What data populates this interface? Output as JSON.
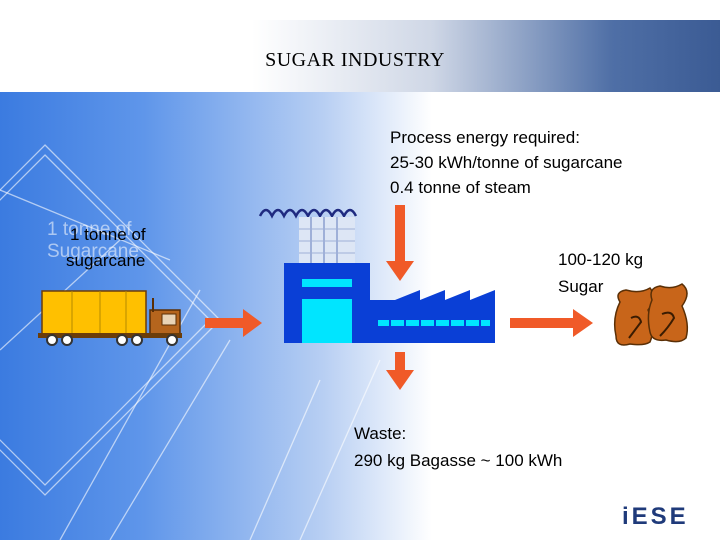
{
  "slide": {
    "title": "SUGAR INDUSTRY",
    "process_energy": [
      "Process energy required:",
      "25-30 kWh/tonne of sugarcane",
      "0.4 tonne of steam"
    ],
    "input_label": [
      "1 tonne of",
      "sugarcane"
    ],
    "input_label_ghost": [
      "1 tonne of",
      "Sugarcane"
    ],
    "output_label": [
      "100-120 kg",
      "Sugar"
    ],
    "output_label_ghost": "100-120",
    "waste": [
      "Waste:",
      "290 kg Bagasse ~ 100 kWh"
    ],
    "logo": "iESE"
  },
  "colors": {
    "arrow": "#f05a28",
    "factory_blue": "#0a3fd6",
    "factory_cyan": "#00e5ff",
    "truck_yellow": "#ffc000",
    "truck_cab": "#b5651d",
    "sugar_bag": "#c8651a"
  },
  "icons": [
    "truck-icon",
    "factory-icon",
    "sugar-bags-icon",
    "smoke-icon"
  ]
}
